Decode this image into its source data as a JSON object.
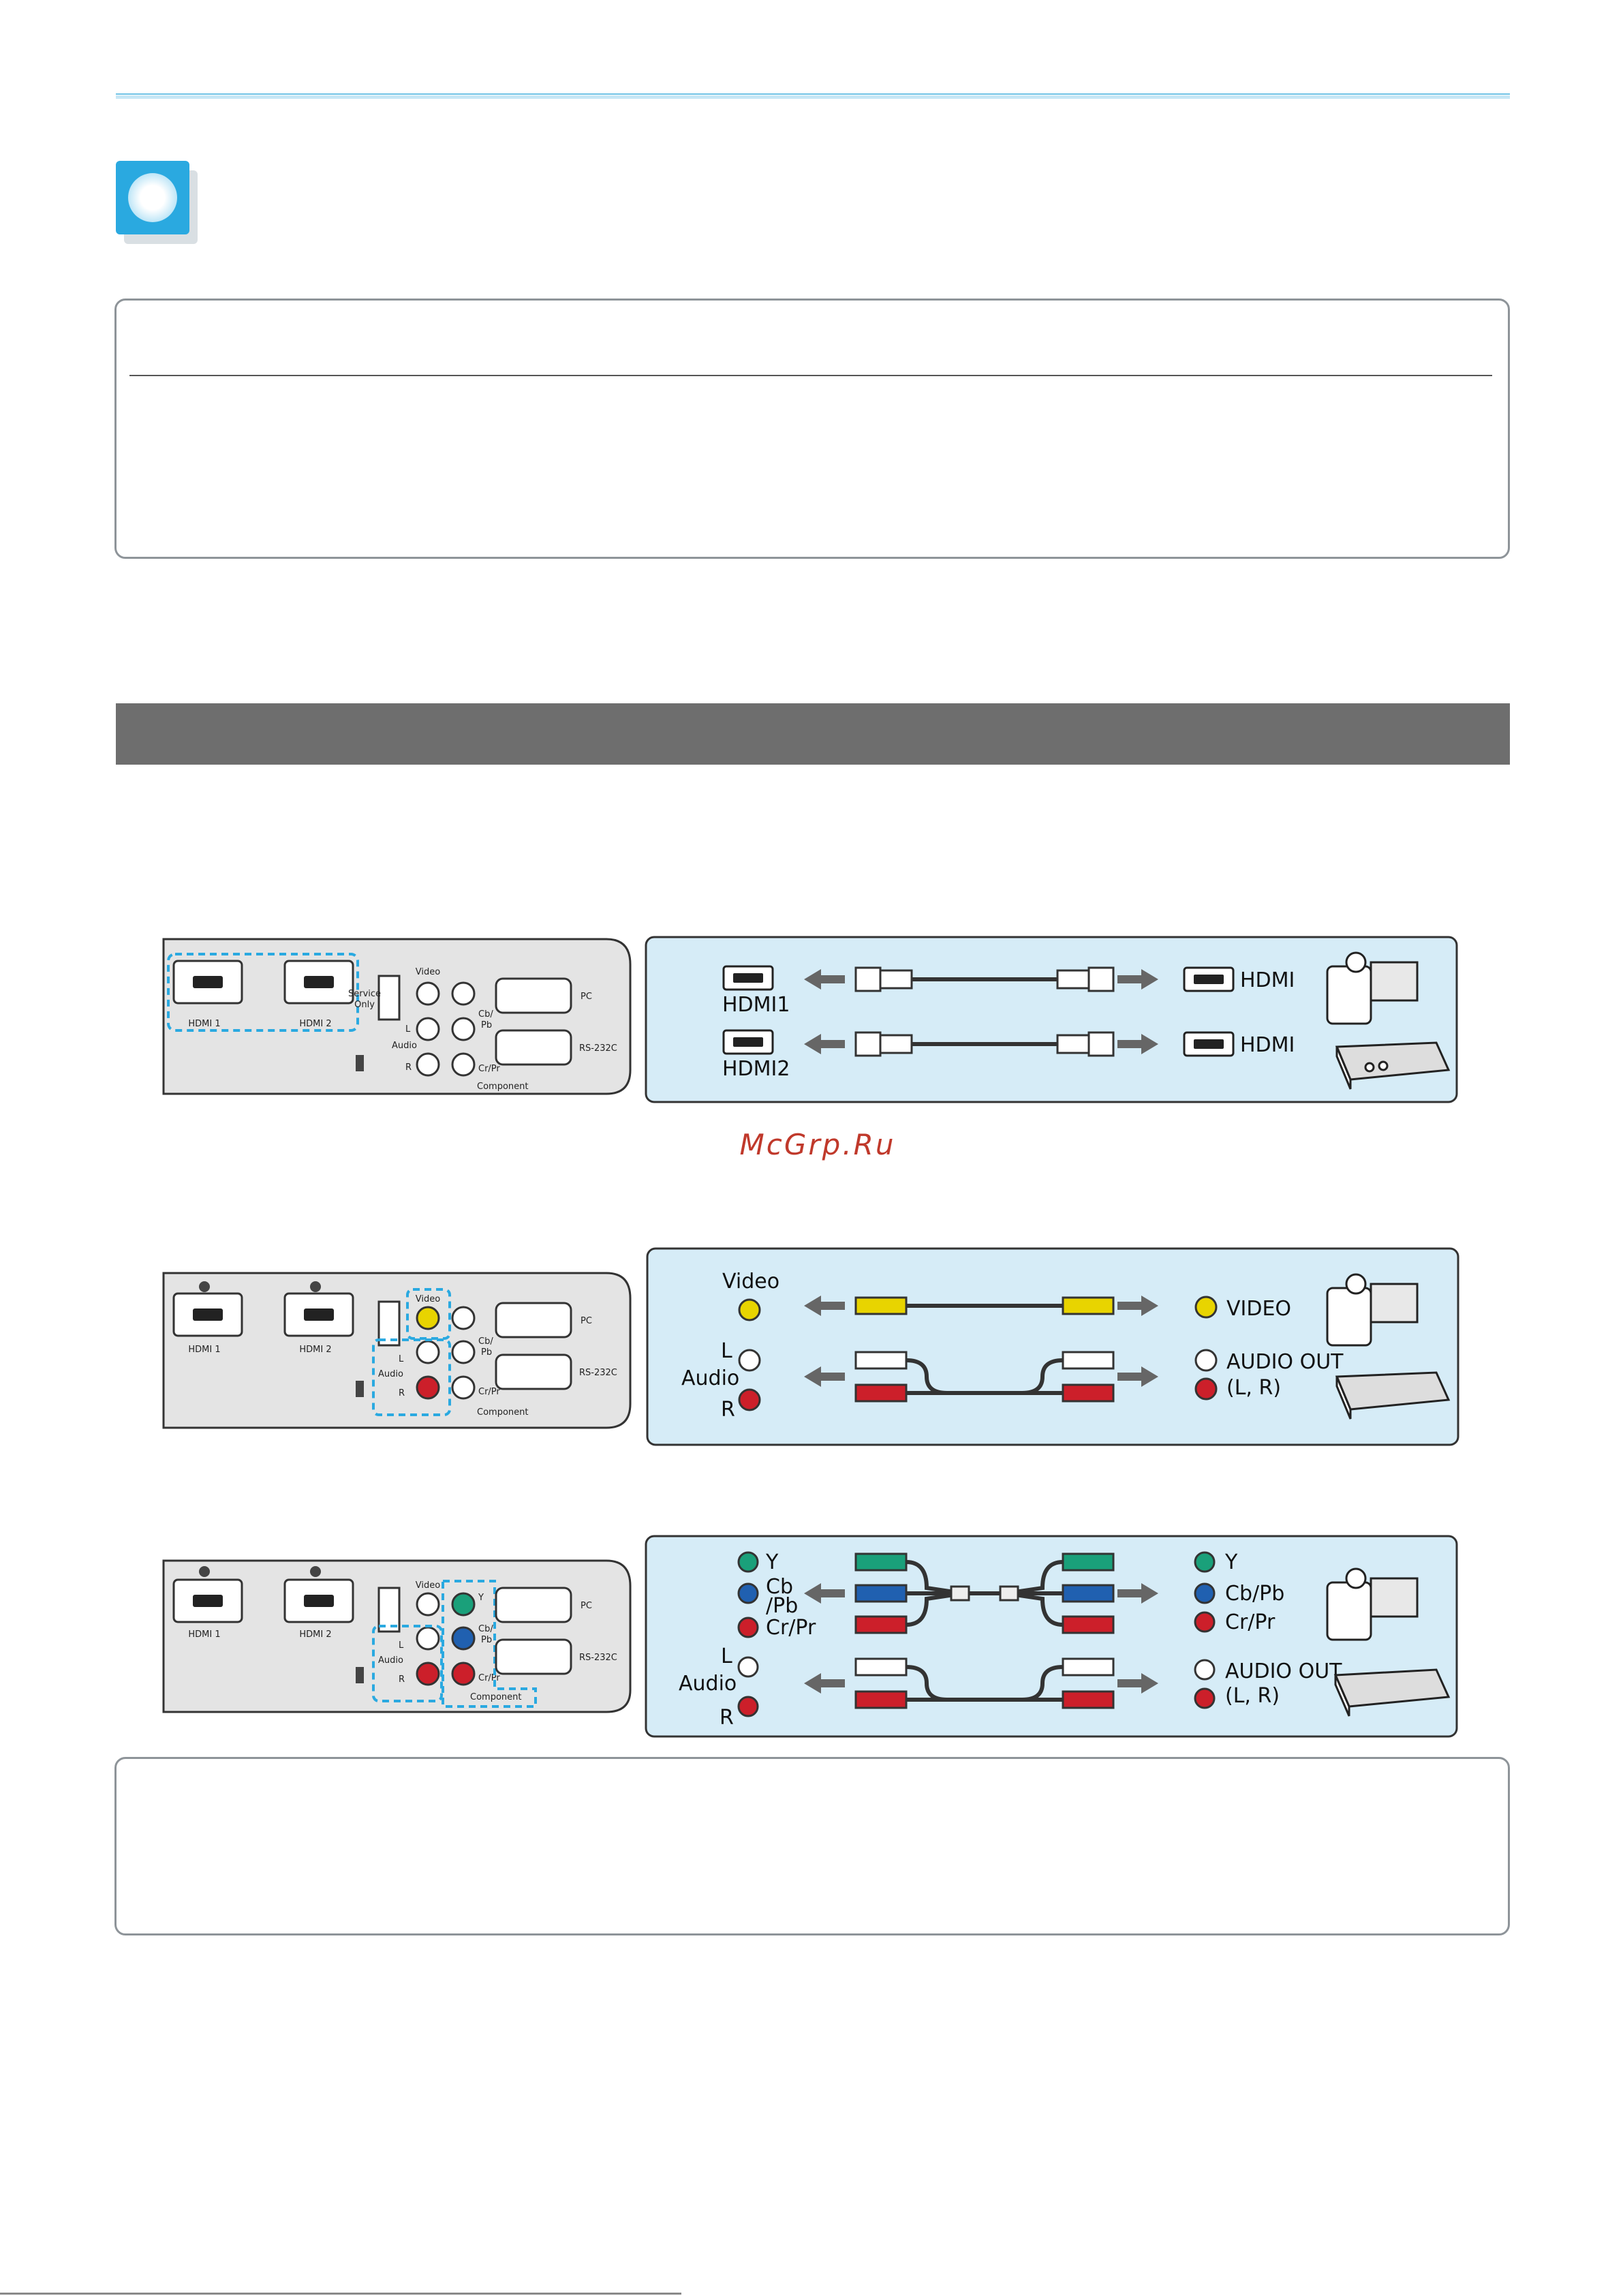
{
  "watermark": "McGrp.Ru",
  "colors": {
    "accent": "#2aa9e0",
    "panel_bg": "#d6ecf7",
    "dashed_highlight": "#2aa9e0",
    "section_bar": "#6e6e6e",
    "video_yellow": "#e8d400",
    "audio_red": "#cc1f2a",
    "component_green": "#1aa07a",
    "component_blue": "#2060b0"
  },
  "projector_labels": {
    "hdmi1": "HDMI 1",
    "hdmi2": "HDMI 2",
    "service": "Service",
    "only": "Only",
    "video": "Video",
    "l": "L",
    "audio": "Audio",
    "r": "R",
    "y": "Y",
    "cb": "Cb/",
    "pb": "Pb",
    "crpr": "Cr/Pr",
    "component": "Component",
    "pc": "PC",
    "rs232c": "RS-232C"
  },
  "hdmi_diagram": {
    "left": [
      "HDMI1",
      "HDMI2"
    ],
    "right": [
      "HDMI",
      "HDMI"
    ]
  },
  "video_diagram": {
    "left_video": "Video",
    "left_l": "L",
    "left_audio": "Audio",
    "left_r": "R",
    "right_video": "VIDEO",
    "right_audio1": "AUDIO OUT",
    "right_audio2": "(L, R)"
  },
  "component_diagram": {
    "left_y": "Y",
    "left_cb": "Cb",
    "left_pb": "/Pb",
    "left_crpr": "Cr/Pr",
    "left_l": "L",
    "left_audio": "Audio",
    "left_r": "R",
    "right_y": "Y",
    "right_cbpb": "Cb/Pb",
    "right_crpr": "Cr/Pr",
    "right_audio1": "AUDIO OUT",
    "right_audio2": "(L, R)"
  }
}
